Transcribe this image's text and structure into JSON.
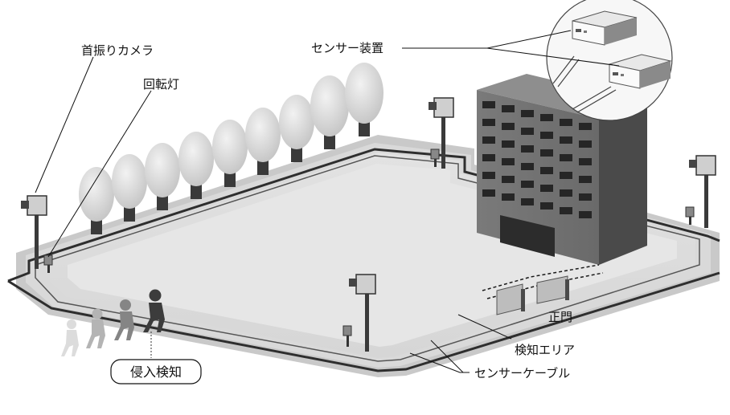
{
  "labels": {
    "swivel_camera": "首振りカメラ",
    "rotating_light": "回転灯",
    "sensor_device": "センサー装置",
    "main_gate": "正門",
    "detection_area": "検知エリア",
    "sensor_cable": "センサーケーブル",
    "intrusion_detection": "侵入検知"
  }
}
